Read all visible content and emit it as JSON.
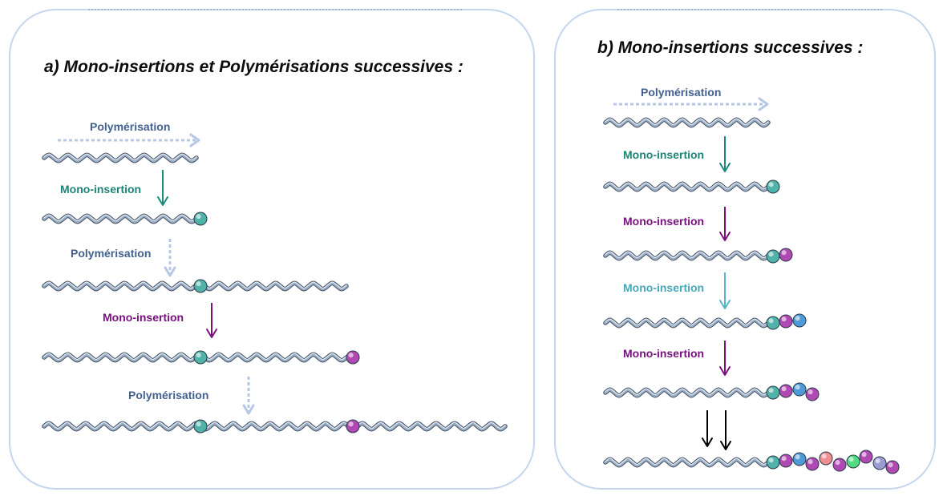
{
  "panel_a": {
    "title": "a)  Mono-insertions et Polymérisations successives :",
    "labels": [
      "Polymérisation",
      "Mono-insertion",
      "Polymérisation",
      "Mono-insertion",
      "Polymérisation"
    ]
  },
  "panel_b": {
    "title": "b)  Mono-insertions successives :",
    "labels": [
      "Polymérisation",
      "Mono-insertion",
      "Mono-insertion",
      "Mono-insertion",
      "Mono-insertion"
    ]
  },
  "colors": {
    "polymerisation": "#43618f",
    "mono_teal": "#1e8477",
    "mono_purple": "#7a1180",
    "mono_lightblue": "#46a8ba",
    "arrow_light": "#b7c8e6",
    "arrow_teal": "#1e8a7c",
    "arrow_purple": "#7a1180",
    "arrow_lightblue": "#58b8c8",
    "arrow_black": "#000000",
    "panel_border": "#c5d6ee",
    "chain": "#9eb0c6",
    "bead_teal": "#4fb3a9",
    "bead_purple": "#b149b5",
    "bead_blue": "#4f9ad8",
    "bead_pink": "#f08e94",
    "bead_green": "#4fdb7e",
    "bead_lavender": "#9b9bd6"
  }
}
